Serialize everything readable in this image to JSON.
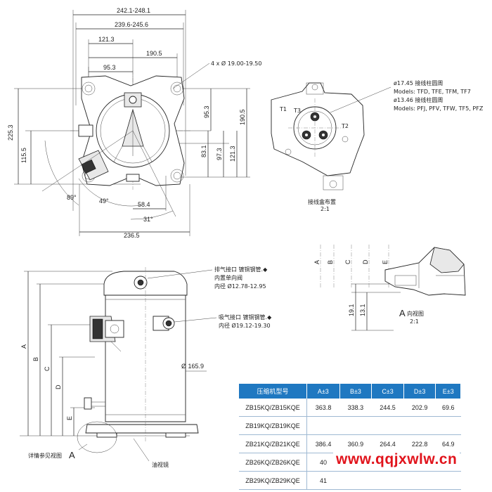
{
  "top_view": {
    "dims": [
      "242.1-248.1",
      "239.6-245.6",
      "121.3",
      "190.5",
      "95.3",
      "225.3",
      "115.5",
      "95.3",
      "190.5",
      "83.1",
      "97.3",
      "121.3",
      "89°",
      "49°",
      "58.4",
      "31°",
      "236.5"
    ],
    "hole_note": "4 x Ø 19.00-19.50"
  },
  "terminal_box": {
    "note_lines": [
      "ø17.45 接线柱圆周",
      "Models: TFD, TFE, TFM, TF7",
      "ø13.46 接线柱圆周",
      "Models: PFJ, PFV, TFW, TF5, PFZ"
    ],
    "labels": [
      "T1",
      "T2",
      "T3"
    ],
    "caption": "接线盒布置",
    "scale": "2:1"
  },
  "view_a": {
    "letters": [
      "A",
      "B",
      "C",
      "D",
      "E"
    ],
    "dims": [
      "19.1",
      "13.1"
    ],
    "caption_letter": "A",
    "caption_text": "向视图",
    "scale": "2:1"
  },
  "side_view": {
    "discharge_lines": [
      "排气接口 镀铜钢管.◆",
      "内置单向阀",
      "内径 Ø12.78-12.95"
    ],
    "suction_lines": [
      "吸气接口 镀铜钢管.◆",
      "内径 Ø19.12-19.30"
    ],
    "diameter": "Ø 165.9",
    "height_letters": [
      "A",
      "B",
      "C",
      "D",
      "E"
    ],
    "detail_prefix": "详情参见视图",
    "detail_letter": "A",
    "sight_glass": "油视镜"
  },
  "table": {
    "headers": [
      "压缩机型号",
      "A±3",
      "B±3",
      "C±3",
      "D±3",
      "E±3"
    ],
    "rows": [
      [
        "ZB15KQ/ZB15KQE",
        "363.8",
        "338.3",
        "244.5",
        "202.9",
        "69.6"
      ],
      [
        "ZB19KQ/ZB19KQE",
        "",
        "",
        "",
        "",
        ""
      ],
      [
        "ZB21KQ/ZB21KQE",
        "386.4",
        "360.9",
        "264.4",
        "222.8",
        "64.9"
      ],
      [
        "ZB26KQ/ZB26KQE",
        "40",
        "",
        "",
        "",
        ""
      ],
      [
        "ZB29KQ/ZB29KQE",
        "41",
        "",
        "",
        "",
        ""
      ]
    ]
  },
  "watermark": "www.qqjxwlw.cn"
}
